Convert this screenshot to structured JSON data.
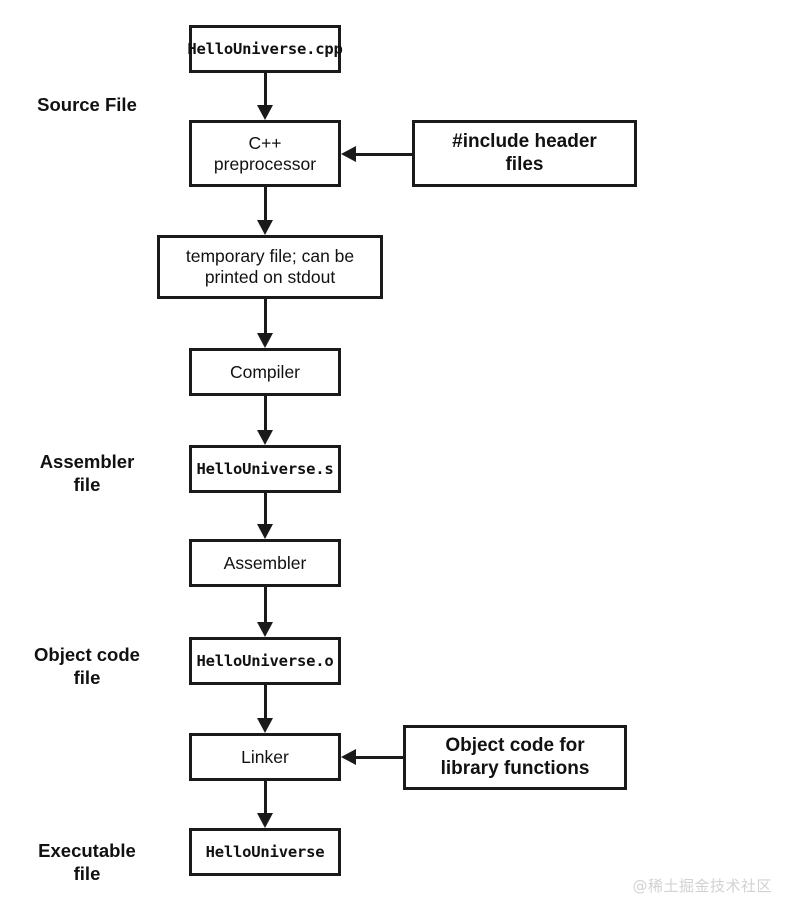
{
  "diagram": {
    "title": "C++ compilation pipeline",
    "colors": {
      "stroke": "#1a1a1a",
      "background": "#ffffff",
      "text": "#111111",
      "watermark": "#d2d2d2"
    },
    "stage_labels": [
      {
        "id": "source-file",
        "text": "Source File"
      },
      {
        "id": "assembler-file",
        "text": "Assembler\nfile"
      },
      {
        "id": "object-code-file",
        "text": "Object code\nfile"
      },
      {
        "id": "executable-file",
        "text": "Executable\nfile"
      }
    ],
    "nodes": [
      {
        "id": "hellouniverse-cpp",
        "text": "HelloUniverse.cpp",
        "style": "mono"
      },
      {
        "id": "cpp-preprocessor",
        "text": "C++\npreprocessor",
        "style": "plain"
      },
      {
        "id": "include-header-files",
        "text": "#include header\nfiles",
        "style": "strong"
      },
      {
        "id": "temporary-file",
        "text": "temporary file; can be\nprinted on stdout",
        "style": "plain"
      },
      {
        "id": "compiler",
        "text": "Compiler",
        "style": "plain"
      },
      {
        "id": "hellouniverse-s",
        "text": "HelloUniverse.s",
        "style": "mono"
      },
      {
        "id": "assembler",
        "text": "Assembler",
        "style": "plain"
      },
      {
        "id": "hellouniverse-o",
        "text": "HelloUniverse.o",
        "style": "mono"
      },
      {
        "id": "linker",
        "text": "Linker",
        "style": "plain"
      },
      {
        "id": "object-code-library",
        "text": "Object code for\nlibrary functions",
        "style": "strong"
      },
      {
        "id": "hellouniverse",
        "text": "HelloUniverse",
        "style": "mono"
      }
    ],
    "flow": [
      {
        "from": "hellouniverse-cpp",
        "to": "cpp-preprocessor",
        "direction": "down"
      },
      {
        "from": "include-header-files",
        "to": "cpp-preprocessor",
        "direction": "left"
      },
      {
        "from": "cpp-preprocessor",
        "to": "temporary-file",
        "direction": "down"
      },
      {
        "from": "temporary-file",
        "to": "compiler",
        "direction": "down"
      },
      {
        "from": "compiler",
        "to": "hellouniverse-s",
        "direction": "down"
      },
      {
        "from": "hellouniverse-s",
        "to": "assembler",
        "direction": "down"
      },
      {
        "from": "assembler",
        "to": "hellouniverse-o",
        "direction": "down"
      },
      {
        "from": "hellouniverse-o",
        "to": "linker",
        "direction": "down"
      },
      {
        "from": "object-code-library",
        "to": "linker",
        "direction": "left"
      },
      {
        "from": "linker",
        "to": "hellouniverse",
        "direction": "down"
      }
    ],
    "watermark": "@稀土掘金技术社区"
  }
}
